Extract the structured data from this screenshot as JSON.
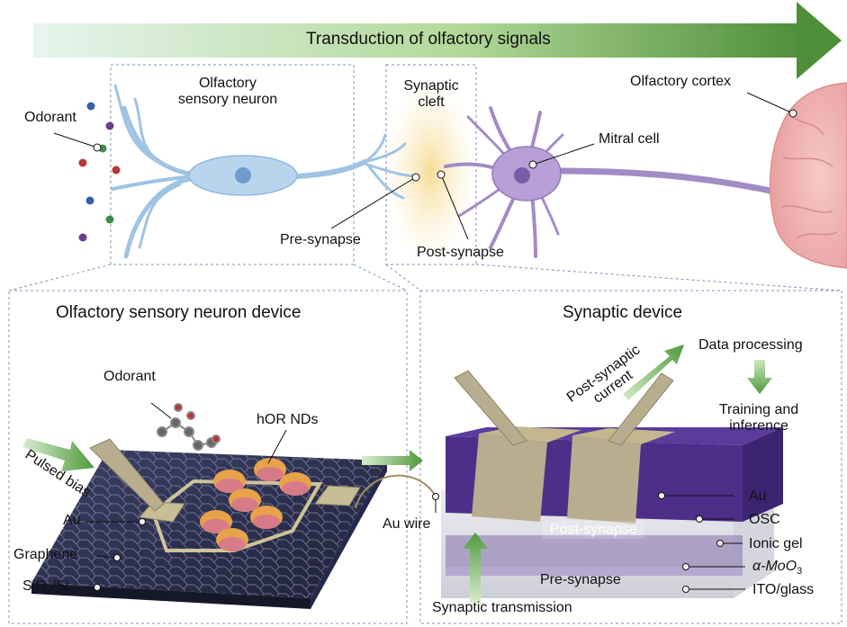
{
  "banner": {
    "title": "Transduction of olfactory signals"
  },
  "biology": {
    "odorant": "Odorant",
    "sensory_neuron": [
      "Olfactory",
      "sensory neuron"
    ],
    "synaptic_cleft": [
      "Synaptic",
      "cleft"
    ],
    "pre_synapse": "Pre-synapse",
    "post_synapse": "Post-synapse",
    "mitral_cell": "Mitral cell",
    "olfactory_cortex": "Olfactory cortex"
  },
  "left_panel": {
    "title": "Olfactory sensory neuron device",
    "odorant": "Odorant",
    "hor_nds": "hOR NDs",
    "pulsed_bias": "Pulsed bias",
    "au": "Au",
    "graphene": "Graphene",
    "substrate_main": "SiO",
    "substrate_sub": "2",
    "substrate_tail": "/Si"
  },
  "right_panel": {
    "title": "Synaptic device",
    "au_wire": "Au wire",
    "post_synaptic_current": [
      "Post-synaptic",
      "current"
    ],
    "data_processing": "Data processing",
    "training": [
      "Training and",
      "inference"
    ],
    "post_synapse": "Post-synapse",
    "pre_synapse": "Pre-synapse",
    "synaptic_transmission": "Synaptic transmission",
    "layers": {
      "au": "Au",
      "osc": "OSC",
      "ionic_gel": "Ionic gel",
      "moo3_prefix": "α-MoO",
      "moo3_sub": "3",
      "ito": "ITO/glass"
    }
  },
  "colors": {
    "neuron_blue": "#a9cce8",
    "mitral_purple": "#a48bc6",
    "brain_pink": "#f0b8b8",
    "cleft_yellow": "#f7e3a6",
    "banner_green": "#4a8a3a",
    "device_purple": "#4d2f8a",
    "au_tan": "#b8ad8e",
    "substrate_navy": "#2b2e4a"
  }
}
